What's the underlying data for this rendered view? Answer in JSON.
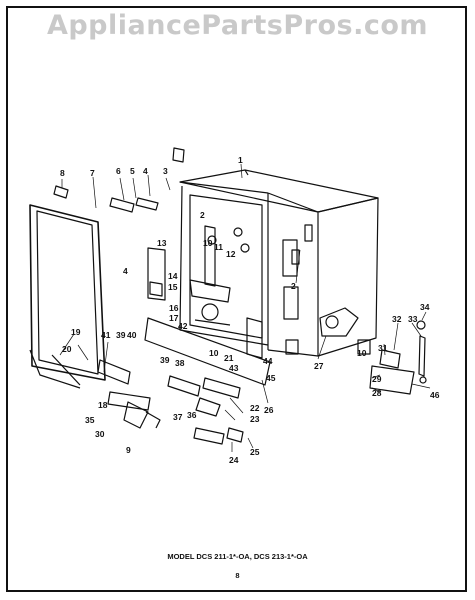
{
  "watermark": "AppliancePartsPros.com",
  "caption": "MODEL DCS 211-1*-OA,  DCS 213-1*-OA",
  "page_number": "8",
  "part_labels": [
    "1",
    "2",
    "2",
    "3",
    "4",
    "4",
    "5",
    "6",
    "7",
    "8",
    "9",
    "10",
    "10",
    "10",
    "11",
    "12",
    "13",
    "14",
    "15",
    "16",
    "17",
    "18",
    "19",
    "20",
    "21",
    "22",
    "23",
    "24",
    "25",
    "26",
    "27",
    "28",
    "29",
    "30",
    "31",
    "32",
    "33",
    "34",
    "35",
    "36",
    "37",
    "38",
    "39",
    "39",
    "40",
    "41",
    "42",
    "43",
    "44",
    "45",
    "46"
  ]
}
